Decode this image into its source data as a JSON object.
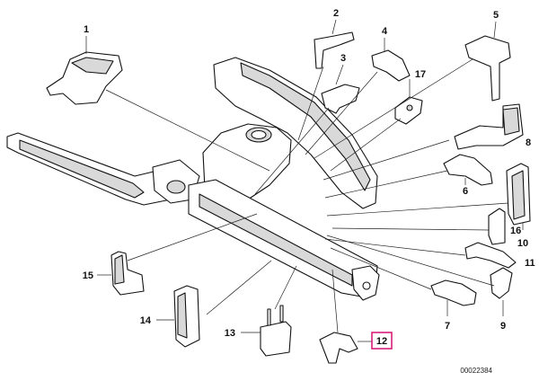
{
  "diagram": {
    "reference_number": "00022384",
    "highlighted_label": "12",
    "highlight_color": "#d6207a",
    "labels": [
      {
        "id": "1",
        "text": "1"
      },
      {
        "id": "2",
        "text": "2"
      },
      {
        "id": "3",
        "text": "3"
      },
      {
        "id": "4",
        "text": "4"
      },
      {
        "id": "5",
        "text": "5"
      },
      {
        "id": "6",
        "text": "6"
      },
      {
        "id": "7",
        "text": "7"
      },
      {
        "id": "8",
        "text": "8"
      },
      {
        "id": "9",
        "text": "9"
      },
      {
        "id": "10",
        "text": "10"
      },
      {
        "id": "11",
        "text": "11"
      },
      {
        "id": "12",
        "text": "12"
      },
      {
        "id": "13",
        "text": "13"
      },
      {
        "id": "14",
        "text": "14"
      },
      {
        "id": "15",
        "text": "15"
      },
      {
        "id": "16",
        "text": "16"
      },
      {
        "id": "17",
        "text": "17"
      }
    ]
  }
}
